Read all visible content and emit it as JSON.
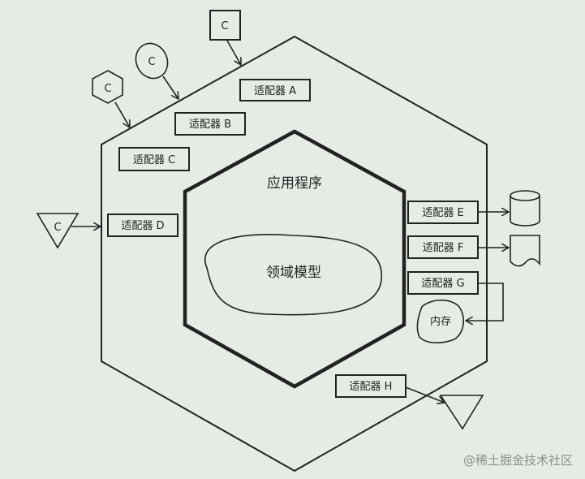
{
  "diagram": {
    "application_label": "应用程序",
    "domain_label": "领域模型",
    "memory_label": "内存",
    "client_label": "C",
    "adapters": [
      "适配器 A",
      "适配器 B",
      "适配器 C",
      "适配器 D",
      "适配器 E",
      "适配器 F",
      "适配器 G",
      "适配器 H"
    ],
    "watermark": "@稀土掘金技术社区"
  }
}
